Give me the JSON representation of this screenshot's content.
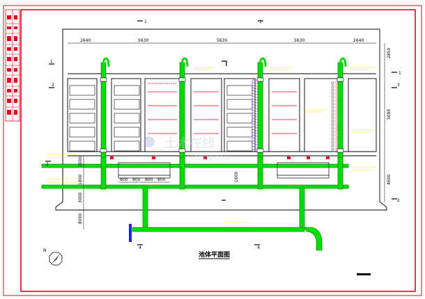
{
  "drawing": {
    "title": "池体平面图",
    "watermark": "土木在线",
    "watermark_sub": "COI88.COM"
  },
  "dimensions": {
    "top": [
      "2640",
      "5630",
      "5630",
      "5630",
      "2640"
    ],
    "right": [
      "2850",
      "5090",
      "4600"
    ],
    "left": [
      "2000",
      "1800",
      "3000",
      "8000"
    ],
    "bottom": [
      "800",
      "800",
      "800",
      "800"
    ],
    "middle": "1600"
  },
  "section_marks": {
    "top_left": "1",
    "top_right": "1",
    "left_upper": "1",
    "left_middle": "3",
    "right_upper": "1",
    "right_middle": "3",
    "left_lower": "2",
    "right_lower": "2",
    "bottom_left": "4",
    "bottom_right": "4"
  },
  "north": "N",
  "colors": {
    "frame": "#e8001c",
    "pipe": "#00dd00",
    "pipe_edge": "#007700",
    "line": "#000000",
    "label": "#e8e800",
    "red": "#e8001c",
    "magenta": "#cc00cc",
    "blue": "#2020ff"
  }
}
